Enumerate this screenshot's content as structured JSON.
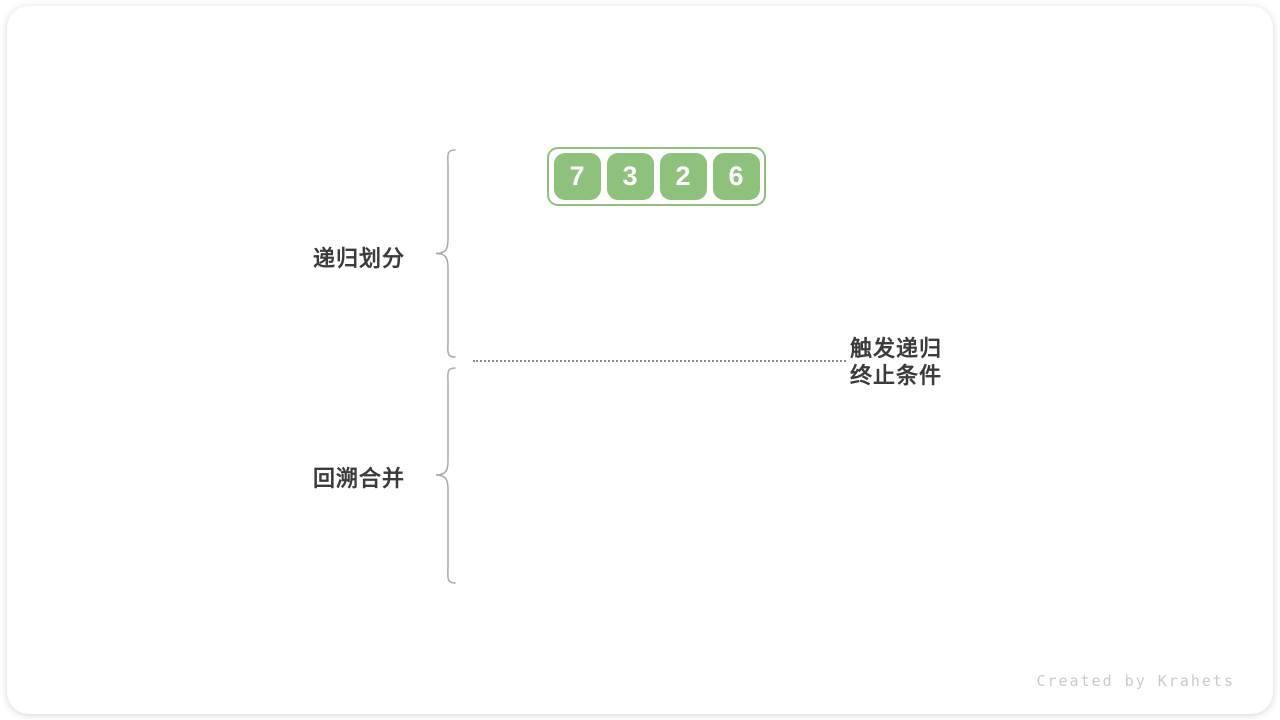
{
  "diagram": {
    "array": {
      "values": [
        "7",
        "3",
        "2",
        "6"
      ]
    },
    "labels": {
      "phase_top": "递归划分",
      "phase_bottom": "回溯合并",
      "annotation_line1": "触发递归",
      "annotation_line2": "终止条件"
    },
    "footer": {
      "credit": "Created by Krahets"
    },
    "colors": {
      "cell_fill": "#8DC17C",
      "container_border": "#8DC17C",
      "cell_text": "#FFFFFF",
      "label_text": "#3B3B3B",
      "brace": "#A9A9A9",
      "dotted_line": "#8C8C8C",
      "credit_text": "#C9C9C9"
    }
  }
}
